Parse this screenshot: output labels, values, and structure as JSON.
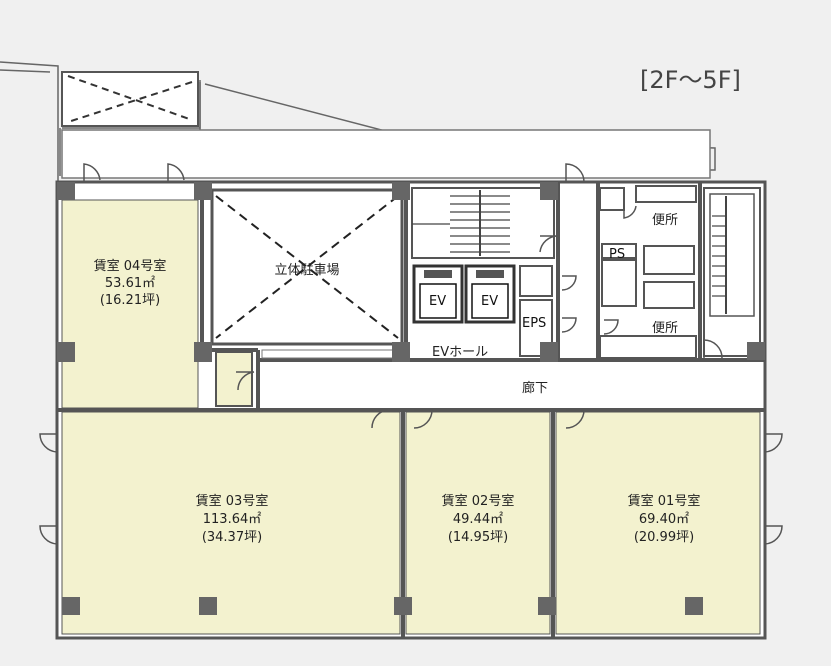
{
  "title": "[2F〜5F]",
  "colors": {
    "rental_fill": "#f3f2cf",
    "wall": "#555555",
    "pillar": "#666666",
    "background": "#f0f0f0",
    "common": "#ffffff"
  },
  "rooms": {
    "r04": {
      "name": "賃室 04号室",
      "area": "53.61㎡",
      "tsubo": "(16.21坪)"
    },
    "r03": {
      "name": "賃室 03号室",
      "area": "113.64㎡",
      "tsubo": "(34.37坪)"
    },
    "r02": {
      "name": "賃室 02号室",
      "area": "49.44㎡",
      "tsubo": "(14.95坪)"
    },
    "r01": {
      "name": "賃室 01号室",
      "area": "69.40㎡",
      "tsubo": "(20.99坪)"
    }
  },
  "labels": {
    "parking": "立体駐車場",
    "ev1": "EV",
    "ev2": "EV",
    "eps": "EPS",
    "ps": "PS",
    "ev_hall": "EVホール",
    "corridor": "廊下",
    "toilet_upper": "便所",
    "toilet_lower": "便所"
  }
}
